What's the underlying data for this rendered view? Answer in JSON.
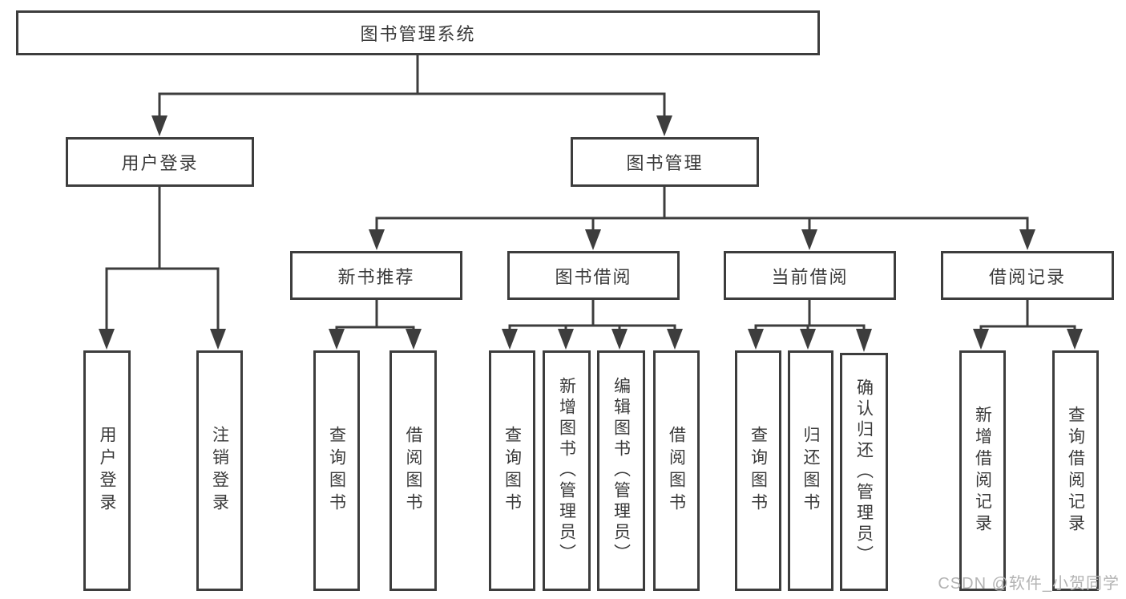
{
  "diagram": {
    "type": "hierarchy-tree",
    "title": "图书管理系统",
    "hierarchy": {
      "图书管理系统": {
        "用户登录": [
          "用户登录",
          "注销登录"
        ],
        "图书管理": {
          "新书推荐": [
            "查询图书",
            "借阅图书"
          ],
          "图书借阅": [
            "查询图书",
            "新增图书（管理员）",
            "编辑图书（管理员）",
            "借阅图书"
          ],
          "当前借阅": [
            "查询图书",
            "归还图书",
            "确认归还（管理员）"
          ],
          "借阅记录": [
            "新增借阅记录",
            "查询借阅记录"
          ]
        }
      }
    }
  },
  "nodes": {
    "root": {
      "label": "图书管理系统"
    },
    "user_login": {
      "label": "用户登录"
    },
    "book_management": {
      "label": "图书管理"
    },
    "new_book_recommend": {
      "label": "新书推荐"
    },
    "book_borrow": {
      "label": "图书借阅"
    },
    "current_borrow": {
      "label": "当前借阅"
    },
    "borrow_records": {
      "label": "借阅记录"
    },
    "leaf_user_login": {
      "label": "用户登录"
    },
    "leaf_logout": {
      "label": "注销登录"
    },
    "nb_query_books": {
      "label": "查询图书"
    },
    "nb_borrow_books": {
      "label": "借阅图书"
    },
    "bb_query_books": {
      "label": "查询图书"
    },
    "bb_add_books": {
      "label": "新增图书（管理员）"
    },
    "bb_edit_books": {
      "label": "编辑图书（管理员）"
    },
    "bb_borrow_books": {
      "label": "借阅图书"
    },
    "cb_query_books": {
      "label": "查询图书"
    },
    "cb_return_books": {
      "label": "归还图书"
    },
    "cb_confirm_return": {
      "label": "确认归还（管理员）"
    },
    "br_add_record": {
      "label": "新增借阅记录"
    },
    "br_query_record": {
      "label": "查询借阅记录"
    }
  },
  "watermark": {
    "text": "CSDN @软件_小贺同学"
  },
  "colors": {
    "line": "#3d3d3d",
    "text": "#3a3a3a",
    "watermark": "#b3b3b3",
    "background": "#ffffff"
  }
}
